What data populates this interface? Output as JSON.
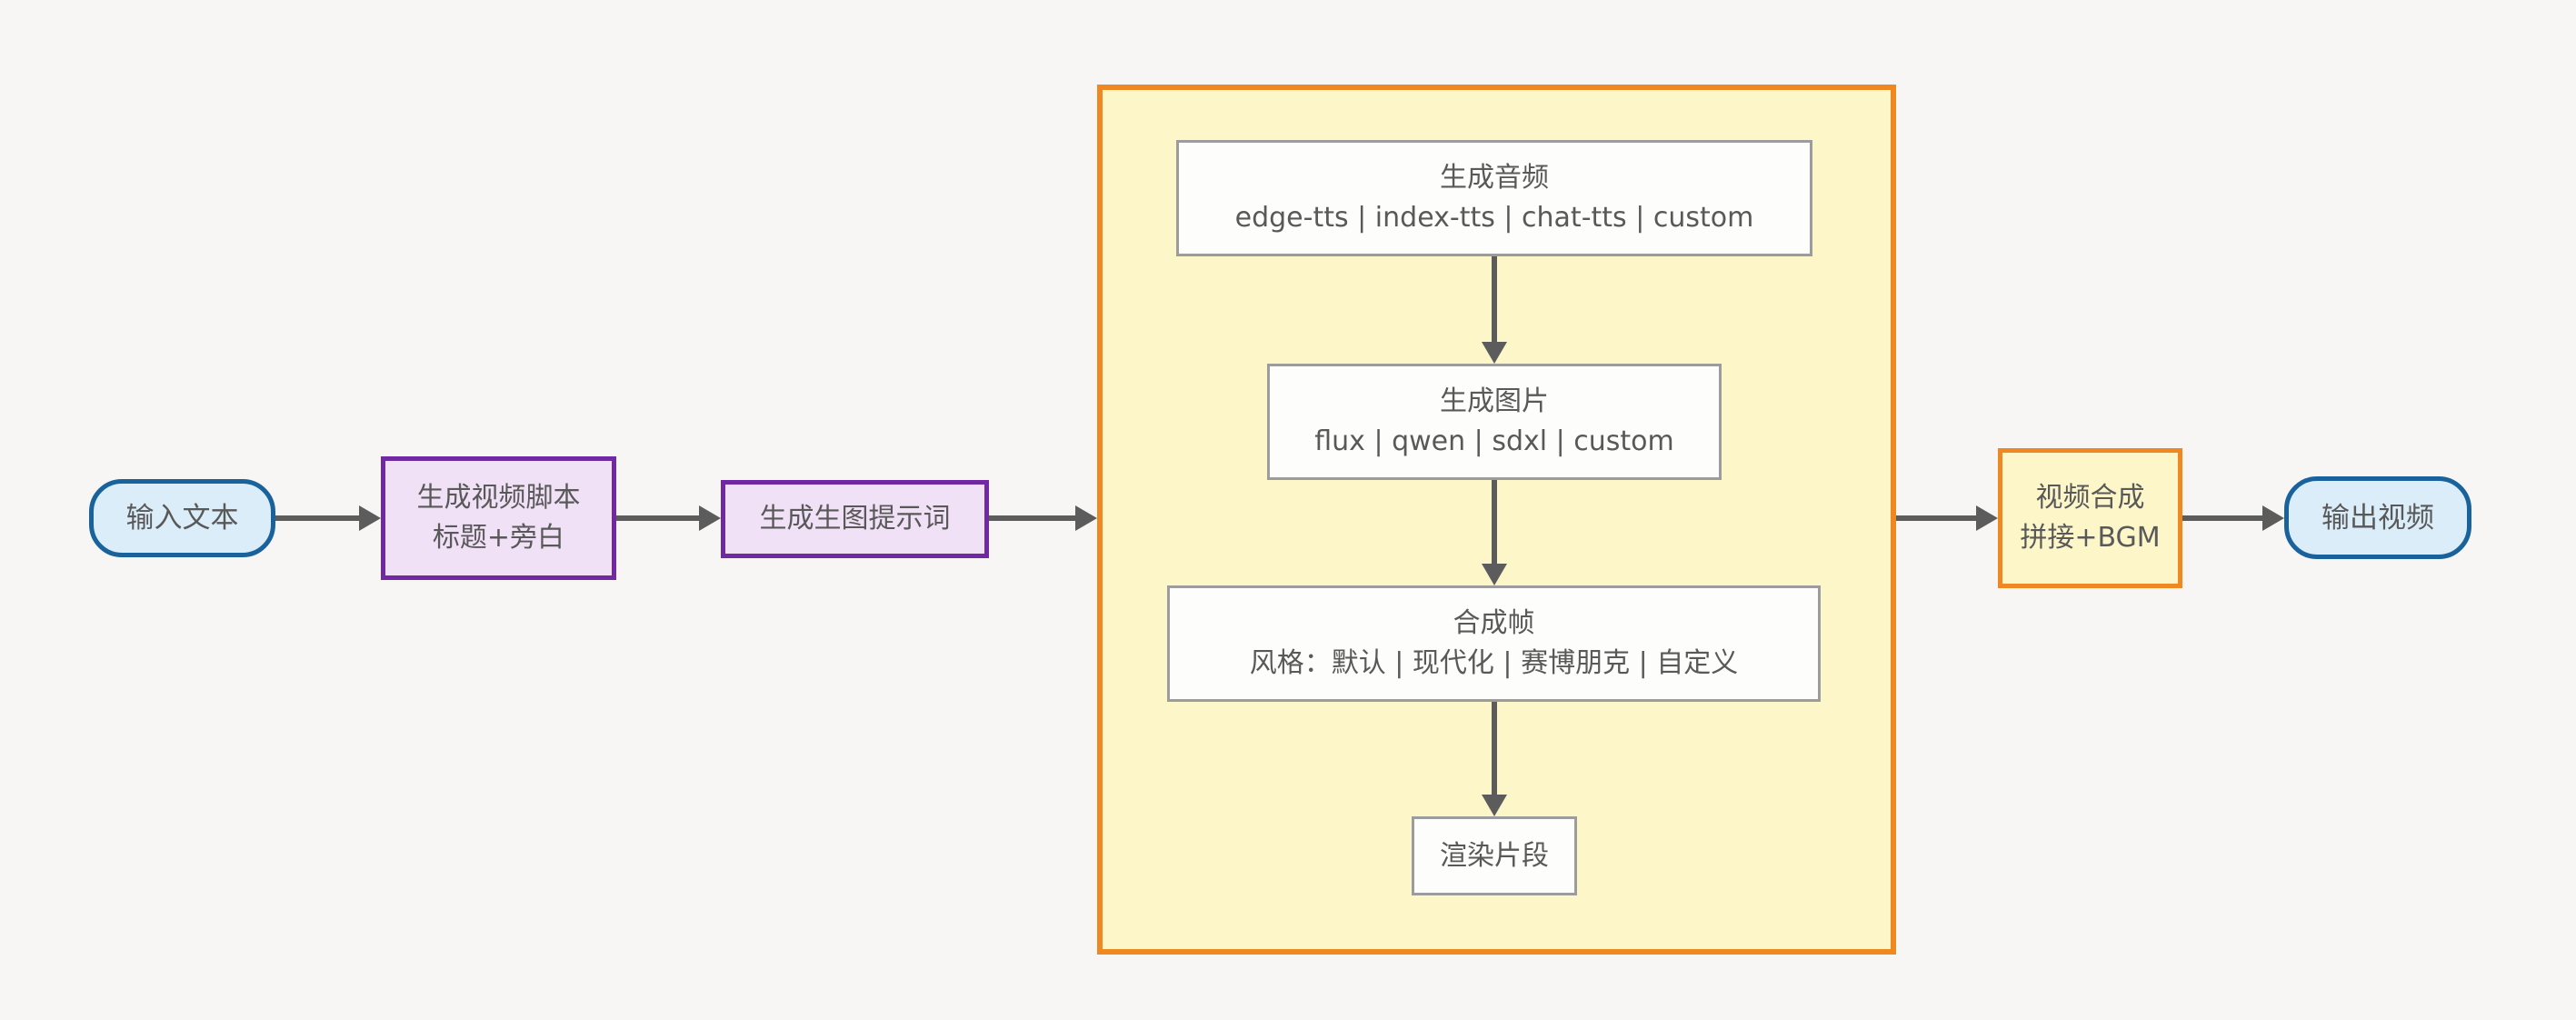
{
  "diagram": {
    "type": "flowchart",
    "direction": "left-to-right",
    "colors": {
      "background": "#f7f6f4",
      "arrow": "#5c5c5c",
      "text": "#595959",
      "pill_fill": "#daedf9",
      "pill_border": "#19629b",
      "purple_fill": "#f0e1f6",
      "purple_border": "#7029a3",
      "container_fill": "#fcf6c9",
      "container_border": "#f08821",
      "white_fill": "#fdfdfc",
      "white_border": "#9c9c9c"
    },
    "nodes": {
      "input": {
        "label": "输入文本"
      },
      "script": {
        "line1": "生成视频脚本",
        "line2": "标题+旁白"
      },
      "prompt": {
        "label": "生成生图提示词"
      },
      "audio": {
        "line1": "生成音频",
        "line2": "edge-tts | index-tts | chat-tts | custom"
      },
      "image": {
        "line1": "生成图片",
        "line2": "flux | qwen | sdxl | custom"
      },
      "frame": {
        "line1": "合成帧",
        "line2": "风格：默认 | 现代化 | 赛博朋克 | 自定义"
      },
      "render": {
        "label": "渲染片段"
      },
      "compose": {
        "line1": "视频合成",
        "line2": "拼接+BGM"
      },
      "output": {
        "label": "输出视频"
      }
    },
    "edges": [
      "input→script",
      "script→prompt",
      "prompt→container",
      "audio→image",
      "image→frame",
      "frame→render",
      "container→compose",
      "compose→output"
    ]
  }
}
